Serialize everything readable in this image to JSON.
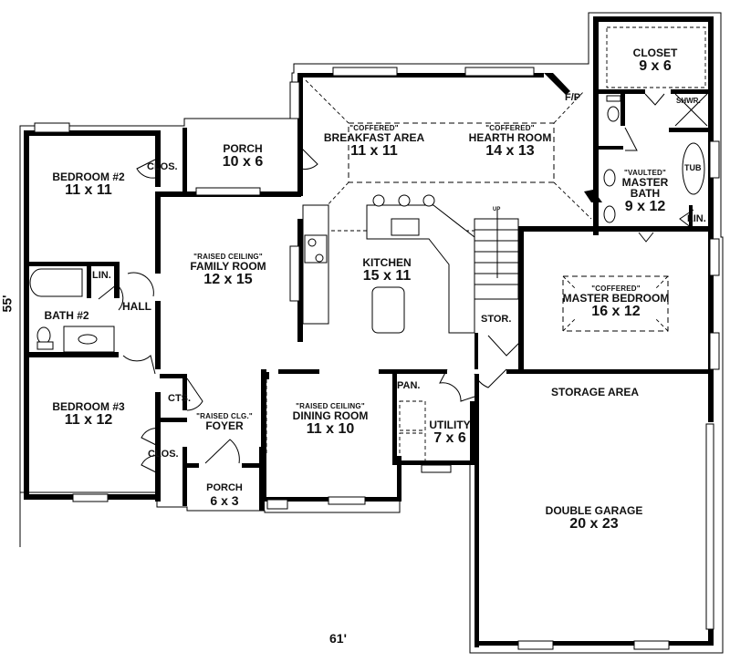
{
  "plan": {
    "overall_width": "61'",
    "overall_depth": "55'"
  },
  "rooms": {
    "bedroom2": {
      "name": "BEDROOM #2",
      "dim": "11 x 11"
    },
    "bedroom3": {
      "name": "BEDROOM #3",
      "dim": "11 x 12"
    },
    "bath2": {
      "name": "BATH #2"
    },
    "hall": {
      "name": "HALL"
    },
    "porch_rear": {
      "name": "PORCH",
      "dim": "10 x 6"
    },
    "family_room": {
      "note": "\"RAISED CEILING\"",
      "name": "FAMILY ROOM",
      "dim": "12 x 15"
    },
    "breakfast": {
      "note": "\"COFFERED\"",
      "name": "BREAKFAST AREA",
      "dim": "11 x 11"
    },
    "hearth": {
      "note": "\"COFFERED\"",
      "name": "HEARTH ROOM",
      "dim": "14 x 13"
    },
    "kitchen": {
      "name": "KITCHEN",
      "dim": "15 x 11"
    },
    "closet": {
      "name": "CLOSET",
      "dim": "9 x 6"
    },
    "master_bath": {
      "note": "\"VAULTED\"",
      "name": "MASTER",
      "name2": "BATH",
      "dim": "9 x 12"
    },
    "master_bedroom": {
      "note": "\"COFFERED\"",
      "name": "MASTER BEDROOM",
      "dim": "16 x 12"
    },
    "storage": {
      "name": "STORAGE AREA"
    },
    "garage": {
      "name": "DOUBLE GARAGE",
      "dim": "20 x 23"
    },
    "foyer": {
      "note": "\"RAISED CLG.\"",
      "name": "FOYER"
    },
    "porch_front": {
      "name": "PORCH",
      "dim": "6 x 3"
    },
    "dining": {
      "note": "\"RAISED CEILING\"",
      "name": "DINING ROOM",
      "dim": "11 x 10"
    },
    "utility": {
      "name": "UTILITY",
      "dim": "7 x 6"
    }
  },
  "tags": {
    "clos_bed2": "CLOS.",
    "clos_bed3": "CLOS.",
    "lin_bath2": "LIN.",
    "cts": "CTS.",
    "fp": "F/P",
    "shwr": "SHWR.",
    "tub": "TUB",
    "lin_master": "LIN.",
    "stor": "STOR.",
    "pan": "PAN.",
    "up": "UP"
  }
}
